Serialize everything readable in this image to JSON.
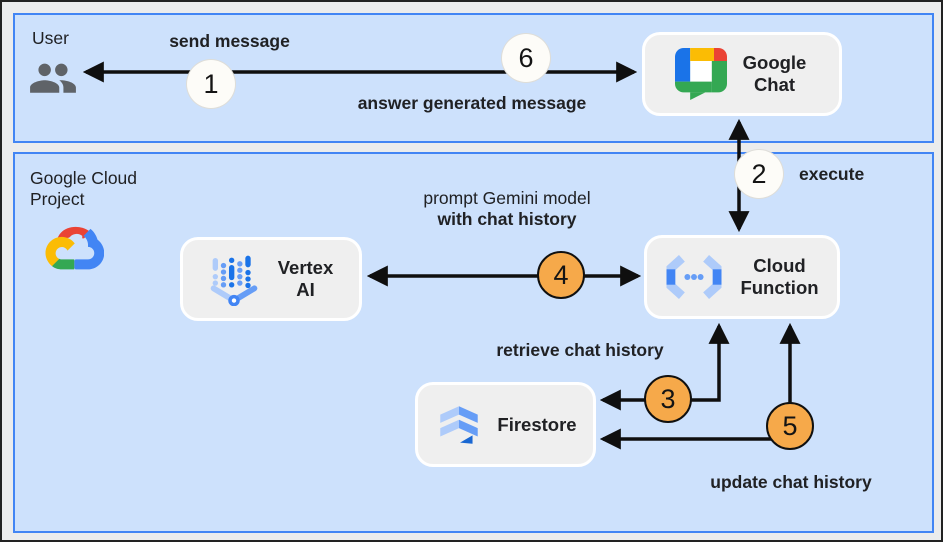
{
  "zones": {
    "user": {
      "label": "User"
    },
    "cloud": {
      "label": "Google Cloud Project"
    }
  },
  "nodes": {
    "google_chat": {
      "label": "Google Chat",
      "icon": "google-chat-icon"
    },
    "vertex_ai": {
      "label": "Vertex AI",
      "icon": "vertex-ai-icon"
    },
    "cloud_function": {
      "label": "Cloud Function",
      "icon": "cloud-function-icon"
    },
    "firestore": {
      "label": "Firestore",
      "icon": "firestore-icon"
    }
  },
  "flow_labels": {
    "send_message": "send message",
    "answer": "answer generated message",
    "execute": "execute",
    "prompt_line1": "prompt Gemini model",
    "prompt_line2": "with chat history",
    "retrieve": "retrieve chat history",
    "update": "update chat history"
  },
  "steps": [
    {
      "number": "1",
      "variant": "white"
    },
    {
      "number": "2",
      "variant": "white"
    },
    {
      "number": "3",
      "variant": "orange"
    },
    {
      "number": "4",
      "variant": "orange"
    },
    {
      "number": "5",
      "variant": "orange"
    },
    {
      "number": "6",
      "variant": "white"
    }
  ],
  "icons": [
    "people-icon",
    "google-cloud-icon",
    "google-chat-icon",
    "vertex-ai-icon",
    "cloud-function-icon",
    "firestore-icon"
  ],
  "colors": {
    "panel_fill": "#cde1fc",
    "panel_border": "#4285f4",
    "node_fill": "#efefef",
    "node_border": "#ffffff",
    "step_orange": "#f6a94a",
    "step_white": "#fdfcf8",
    "arrow": "#0f0f0f",
    "text": "#202124",
    "canvas_bg": "#ebeced"
  }
}
